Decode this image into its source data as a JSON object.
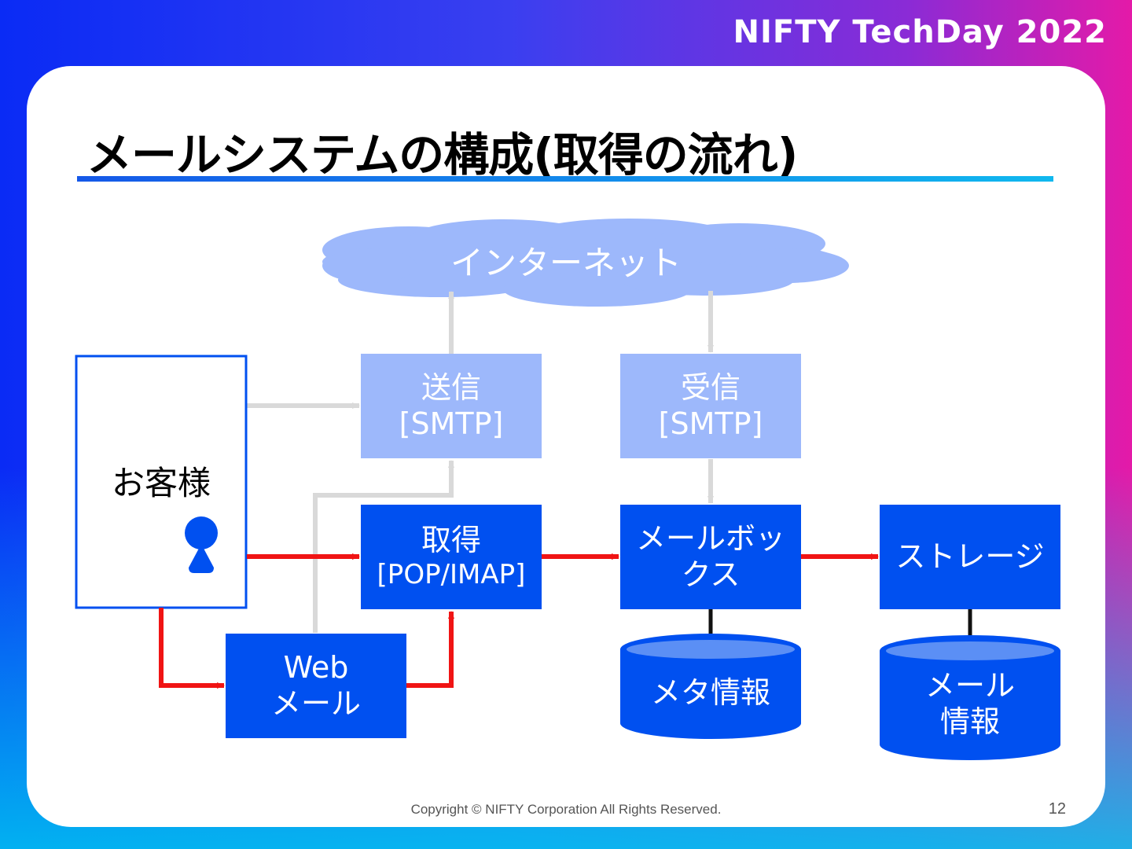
{
  "brand": "NIFTY TechDay 2022",
  "slide": {
    "title": "メールシステムの構成(取得の流れ)",
    "page_number": "12",
    "copyright": "Copyright © NIFTY Corporation All Rights Reserved."
  },
  "diagram": {
    "cloud": "インターネット",
    "customer": "お客様",
    "send": {
      "line1": "送信",
      "line2": "[SMTP]"
    },
    "receive": {
      "line1": "受信",
      "line2": "[SMTP]"
    },
    "fetch": {
      "line1": "取得",
      "line2": "[POP/IMAP]"
    },
    "mailbox": {
      "line1": "メールボッ",
      "line2": "クス"
    },
    "storage": "ストレージ",
    "webmail": {
      "line1": "Web",
      "line2": "メール"
    },
    "meta_db": "メタ情報",
    "mail_db": {
      "line1": "メール",
      "line2": "情報"
    }
  },
  "colors": {
    "primary_blue": "#0050f0",
    "light_blue": "#9db8fb",
    "red_arrow": "#f01414",
    "gray_arrow": "#d9d9d9"
  }
}
